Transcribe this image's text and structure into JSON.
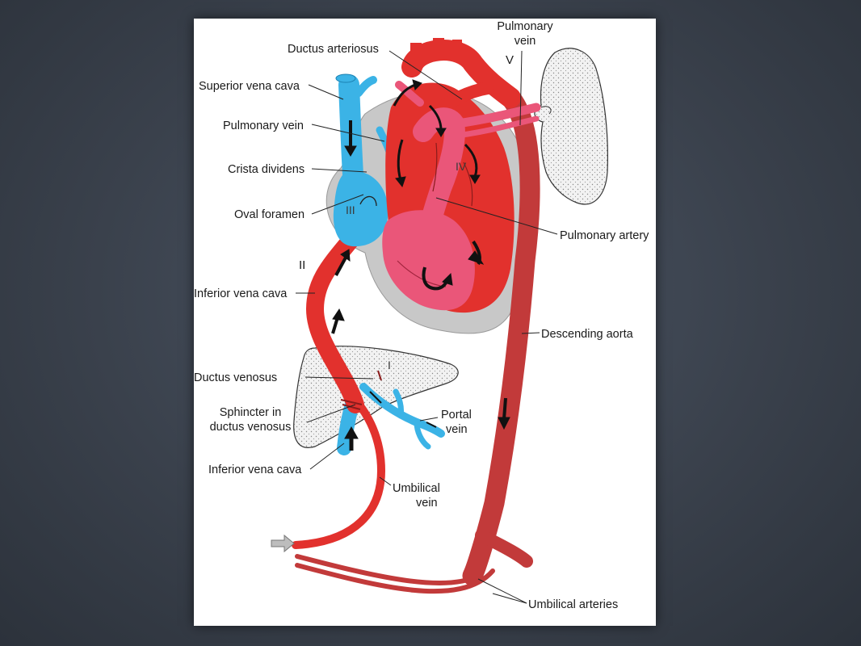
{
  "labels": {
    "ductus_arteriosus": "Ductus arteriosus",
    "pulmonary_vein_top_1": "Pulmonary",
    "pulmonary_vein_top_2": "vein",
    "superior_vena_cava": "Superior vena cava",
    "pulmonary_vein_left": "Pulmonary vein",
    "crista_dividens": "Crista dividens",
    "oval_foramen": "Oval foramen",
    "pulmonary_artery": "Pulmonary artery",
    "inferior_vena_cava_upper": "Inferior vena cava",
    "descending_aorta": "Descending aorta",
    "ductus_venosus": "Ductus venosus",
    "sphincter_1": "Sphincter in",
    "sphincter_2": "ductus venosus",
    "portal_vein_1": "Portal",
    "portal_vein_2": "vein",
    "inferior_vena_cava_lower": "Inferior vena cava",
    "umbilical_vein_1": "Umbilical",
    "umbilical_vein_2": "vein",
    "umbilical_arteries": "Umbilical arteries"
  },
  "roman": {
    "I": "I",
    "II": "II",
    "III": "III",
    "IV": "IV",
    "V": "V"
  },
  "colors": {
    "background": "#3a414c",
    "oxygenated": "#e2312d",
    "mixed": "#ea5679",
    "deoxygenated": "#3bb3e6",
    "aorta": "#c23a3a",
    "pericardium": "#c8c8c8"
  }
}
